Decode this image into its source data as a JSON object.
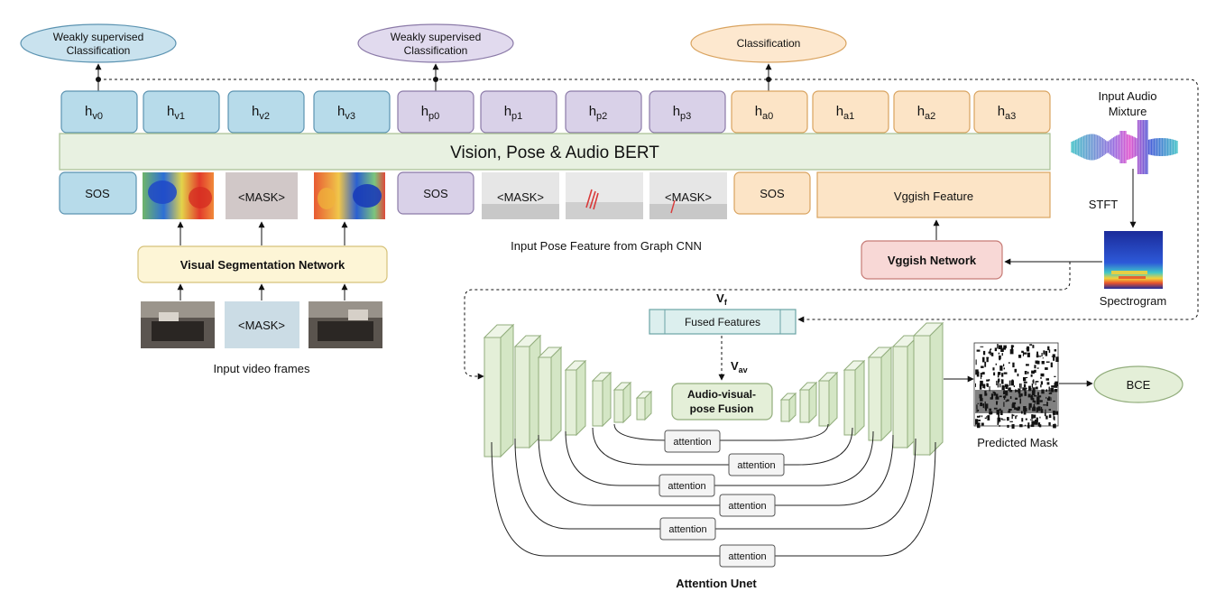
{
  "top_outputs": {
    "vision": {
      "line1": "Weakly supervised",
      "line2": "Classification"
    },
    "pose": {
      "line1": "Weakly supervised",
      "line2": "Classification"
    },
    "audio": {
      "line1": "Classification"
    }
  },
  "tokens": {
    "vision": [
      {
        "base": "h",
        "sub": "v0"
      },
      {
        "base": "h",
        "sub": "v1"
      },
      {
        "base": "h",
        "sub": "v2"
      },
      {
        "base": "h",
        "sub": "v3"
      }
    ],
    "pose": [
      {
        "base": "h",
        "sub": "p0"
      },
      {
        "base": "h",
        "sub": "p1"
      },
      {
        "base": "h",
        "sub": "p2"
      },
      {
        "base": "h",
        "sub": "p3"
      }
    ],
    "audio": [
      {
        "base": "h",
        "sub": "a0"
      },
      {
        "base": "h",
        "sub": "a1"
      },
      {
        "base": "h",
        "sub": "a2"
      },
      {
        "base": "h",
        "sub": "a3"
      }
    ]
  },
  "bert": {
    "label": "Vision, Pose & Audio BERT"
  },
  "inputs": {
    "sos": "SOS",
    "mask": "<MASK>",
    "vggish_feature": "Vggish Feature"
  },
  "visual_seg": {
    "label": "Visual Segmentation Network"
  },
  "pose_caption": "Input Pose Feature from Graph CNN",
  "video_caption": "Input video frames",
  "audio": {
    "title_line1": "Input Audio",
    "title_line2": "Mixture",
    "stft": "STFT",
    "spectrogram": "Spectrogram",
    "vggish_network": "Vggish Network"
  },
  "fusion": {
    "vf_base": "V",
    "vf_sub": "f",
    "fused_features": "Fused Features",
    "vav_base": "V",
    "vav_sub": "av",
    "block_line1": "Audio-visual-",
    "block_line2": "pose Fusion"
  },
  "unet": {
    "attention_label": "attention",
    "title": "Attention Unet"
  },
  "output": {
    "predicted_mask": "Predicted Mask",
    "bce": "BCE"
  },
  "colors": {
    "vision_fill": "#b7dbea",
    "vision_stroke": "#5b93b1",
    "pose_fill": "#d9d1e8",
    "pose_stroke": "#8b7aa8",
    "audio_fill": "#fce4c6",
    "audio_stroke": "#d9a35f",
    "bert_fill": "#e8f1e1",
    "bert_stroke": "#a6bf91",
    "seg_fill": "#fdf5d6",
    "seg_stroke": "#d6c27a",
    "vggish_fill": "#f8d8d6",
    "vggish_stroke": "#c67b76",
    "unet_fill": "#e4efd8",
    "unet_stroke": "#92ad7c",
    "fused_fill": "#dcefee",
    "fused_stroke": "#6aa3a5"
  }
}
